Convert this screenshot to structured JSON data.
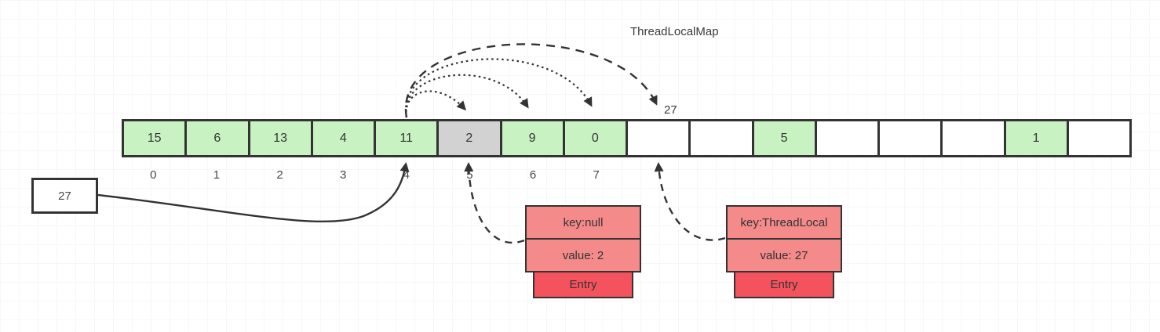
{
  "title": "ThreadLocalMap",
  "colors": {
    "cell_green": "#c9f2c3",
    "cell_gray": "#d2d2d2",
    "cell_white": "#ffffff",
    "entry_salmon": "#f48a8a",
    "entry_red": "#f4535e",
    "line": "#333333"
  },
  "array": {
    "cells": [
      {
        "value": "15",
        "fill": "green"
      },
      {
        "value": "6",
        "fill": "green"
      },
      {
        "value": "13",
        "fill": "green"
      },
      {
        "value": "4",
        "fill": "green"
      },
      {
        "value": "11",
        "fill": "green"
      },
      {
        "value": "2",
        "fill": "gray"
      },
      {
        "value": "9",
        "fill": "green"
      },
      {
        "value": "0",
        "fill": "green"
      },
      {
        "value": "",
        "fill": "white"
      },
      {
        "value": "",
        "fill": "white"
      },
      {
        "value": "5",
        "fill": "green"
      },
      {
        "value": "",
        "fill": "white"
      },
      {
        "value": "",
        "fill": "white"
      },
      {
        "value": "",
        "fill": "white"
      },
      {
        "value": "1",
        "fill": "green"
      },
      {
        "value": "",
        "fill": "white"
      }
    ],
    "index_labels": [
      "0",
      "1",
      "2",
      "3",
      "4",
      "5",
      "6",
      "7"
    ]
  },
  "probe_label": "27",
  "value_box": {
    "label": "27"
  },
  "entries": [
    {
      "key": "key:null",
      "value": "value: 2",
      "footer": "Entry"
    },
    {
      "key": "key:ThreadLocal",
      "value": "value: 27",
      "footer": "Entry"
    }
  ],
  "connections": [
    {
      "style": "dotted",
      "from": "cell-4",
      "to": "cell-5"
    },
    {
      "style": "dotted",
      "from": "cell-4",
      "to": "cell-6"
    },
    {
      "style": "dotted",
      "from": "cell-4",
      "to": "cell-7"
    },
    {
      "style": "dashed",
      "from": "cell-4",
      "to": "cell-8",
      "label": "27"
    },
    {
      "style": "solid",
      "from": "value-box-27",
      "to": "cell-4"
    },
    {
      "style": "dashed",
      "from": "entry-null",
      "to": "cell-5"
    },
    {
      "style": "dashed",
      "from": "entry-threadlocal",
      "to": "cell-8"
    }
  ]
}
